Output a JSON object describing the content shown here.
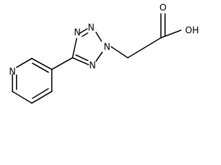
{
  "atoms": {
    "pyridine_n": "N",
    "tetrazole_n1": "N",
    "tetrazole_n2": "N",
    "tetrazole_n3": "N",
    "tetrazole_n4": "N",
    "carbonyl_o": "O",
    "hydroxyl": "OH"
  },
  "colors": {
    "bond": "#000000",
    "background": "#ffffff"
  }
}
